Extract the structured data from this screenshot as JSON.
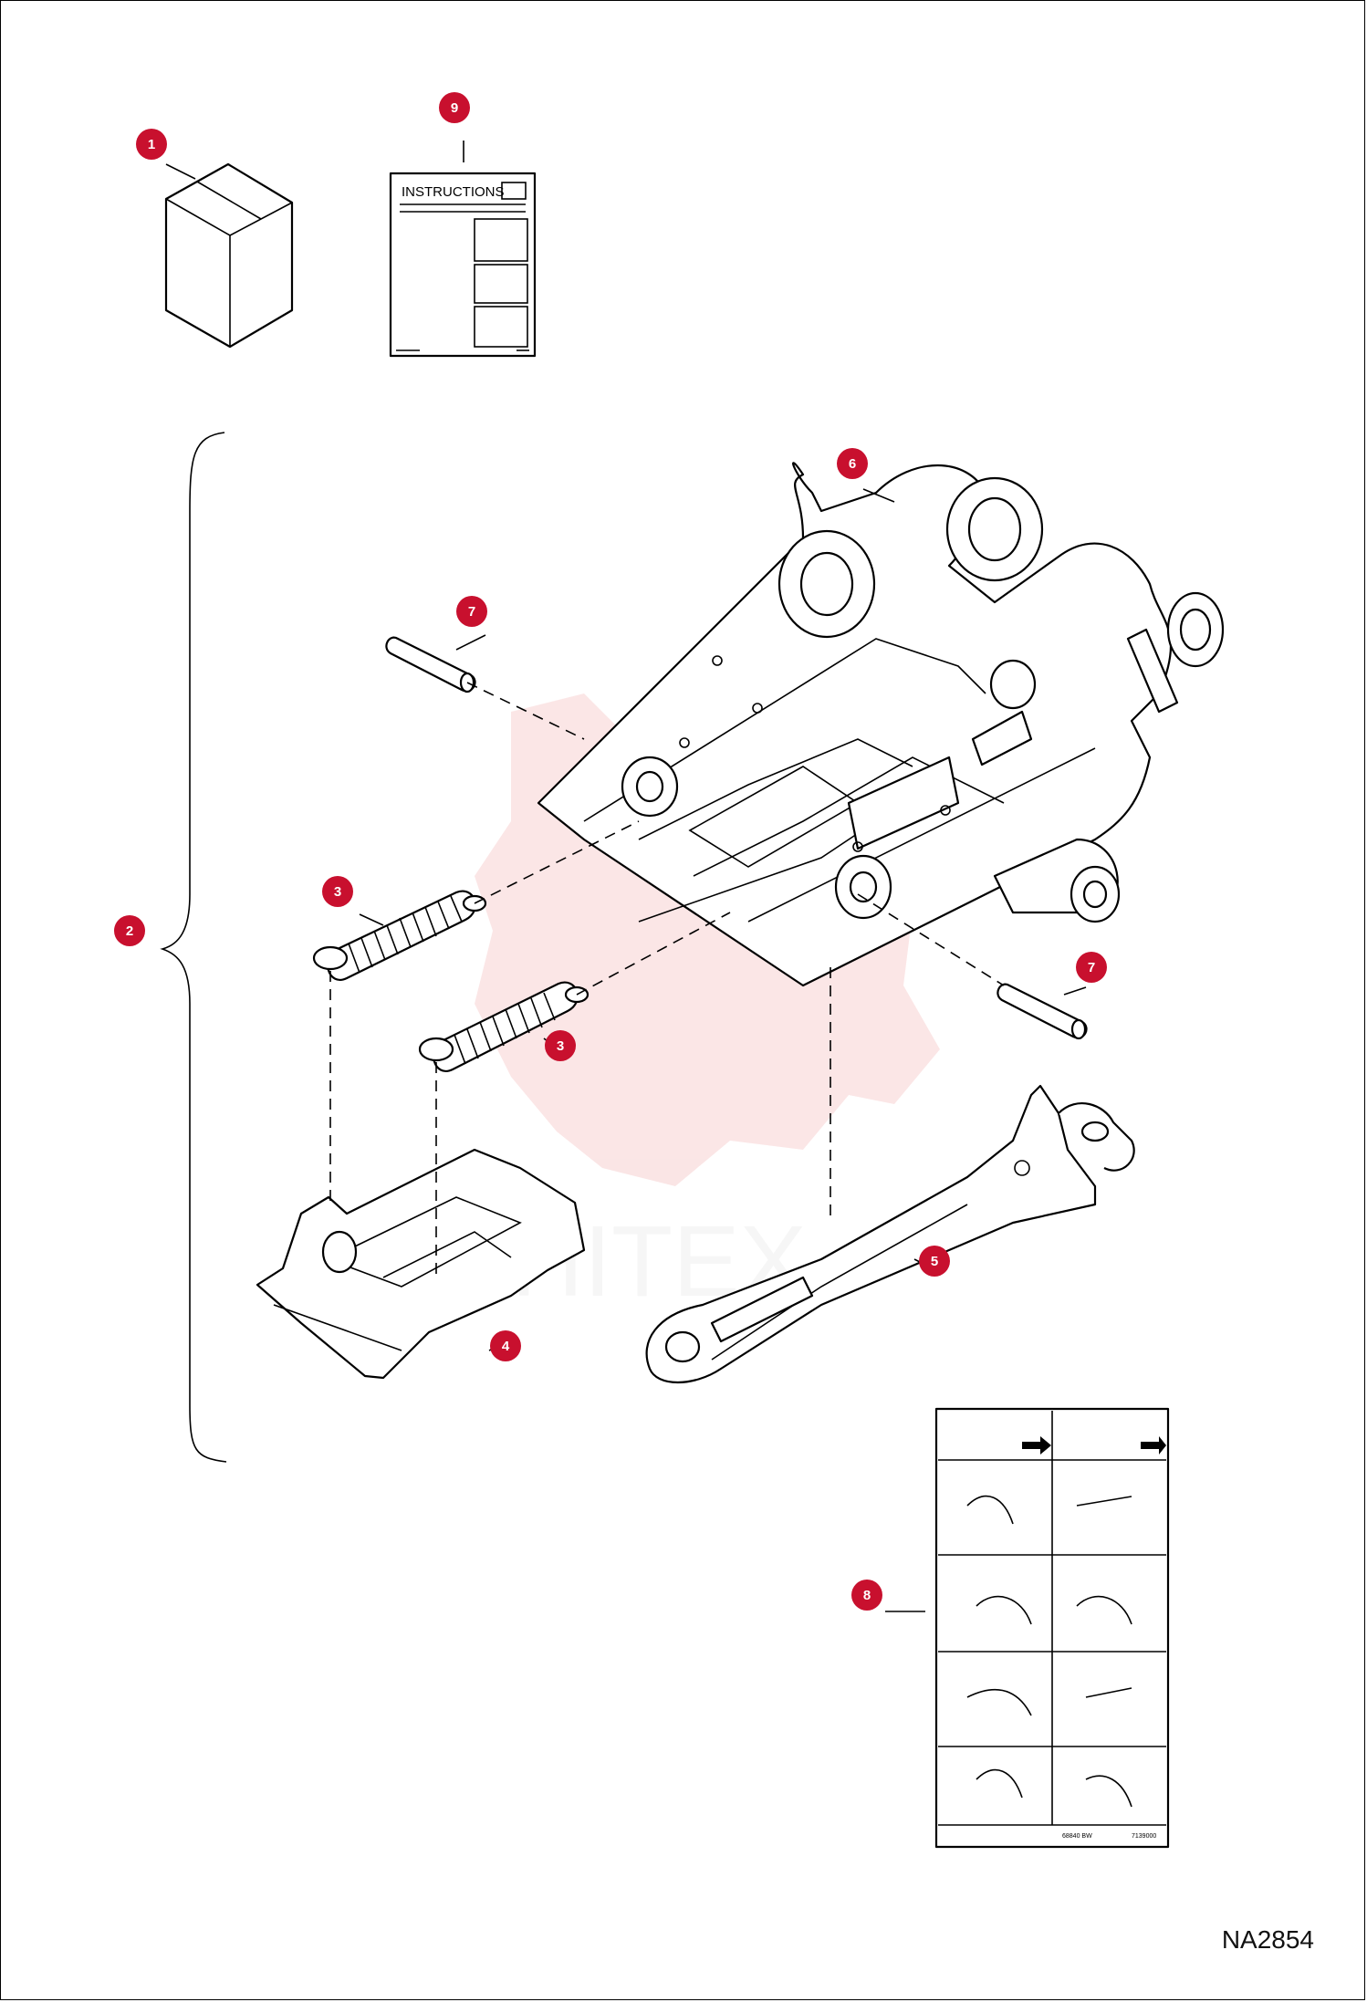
{
  "figure_code": "NA2854",
  "instruction_sheet": {
    "title": "INSTRUCTIONS"
  },
  "decal": {
    "left_code": "68840 BW",
    "right_code": "7139000"
  },
  "watermark": "HITEX",
  "callouts": [
    {
      "id": "callout-1",
      "number": "1"
    },
    {
      "id": "callout-9",
      "number": "9"
    },
    {
      "id": "callout-6",
      "number": "6"
    },
    {
      "id": "callout-7a",
      "number": "7"
    },
    {
      "id": "callout-2",
      "number": "2"
    },
    {
      "id": "callout-3a",
      "number": "3"
    },
    {
      "id": "callout-3b",
      "number": "3"
    },
    {
      "id": "callout-7b",
      "number": "7"
    },
    {
      "id": "callout-5",
      "number": "5"
    },
    {
      "id": "callout-4",
      "number": "4"
    },
    {
      "id": "callout-8",
      "number": "8"
    }
  ],
  "colors": {
    "callout": "#c8102e",
    "watermark": "#f3b7b7"
  }
}
